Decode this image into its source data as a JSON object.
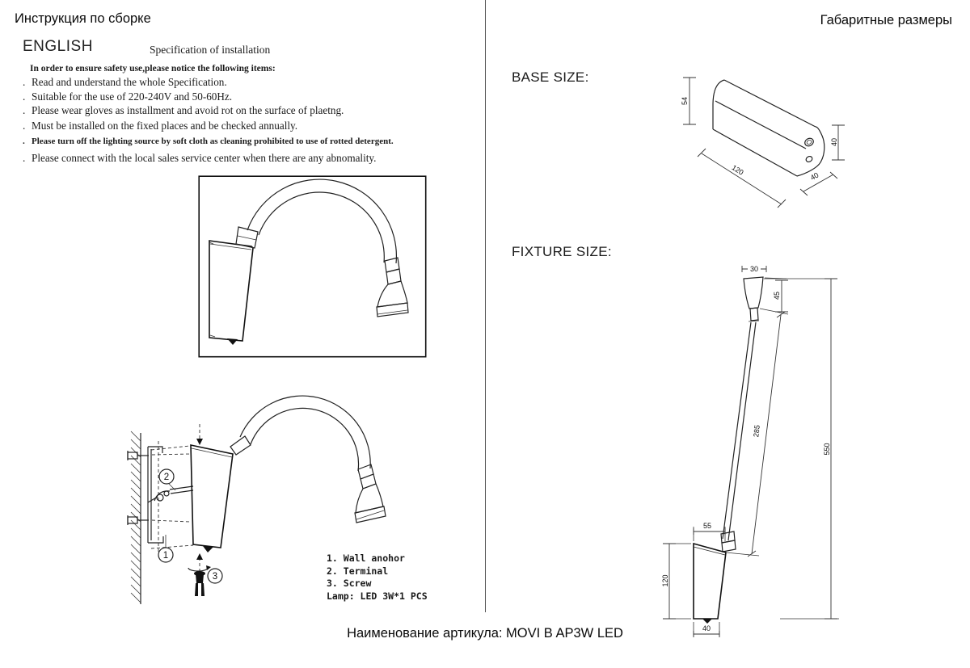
{
  "header": {
    "left_title": "Инструкция по сборке",
    "right_title": "Габаритные размеры"
  },
  "instructions": {
    "language": "ENGLISH",
    "heading": "Specification of installation",
    "intro": "In order to ensure safety use,please notice the following items:",
    "bullet": ".",
    "items": [
      "Read and understand the whole Specification.",
      "Suitable for the use of 220-240V and 50-60Hz.",
      "Please wear gloves as installment and avoid rot on the surface of plaetng.",
      "Must be installed on the fixed places and be checked annually.",
      "Please turn off the lighting source by soft cloth as cleaning prohibited to use of rotted detergent.",
      "Please connect with the local sales service center when there are any abnomality."
    ]
  },
  "install_diagram": {
    "callouts": [
      "1",
      "2",
      "3"
    ],
    "legend": [
      "1. Wall anohor",
      "2. Terminal",
      "3. Screw"
    ],
    "lamp_line": "Lamp: LED 3W*1 PCS"
  },
  "sections": {
    "base_size": "BASE SIZE:",
    "fixture_size": "FIXTURE SIZE:"
  },
  "dimensions": {
    "base": {
      "height": "54",
      "end_height": "40",
      "length": "120",
      "depth": "40"
    },
    "fixture": {
      "head_width": "30",
      "head_height": "45",
      "flex_length": "285",
      "total_height": "550",
      "base_top_width": "55",
      "base_height": "120",
      "base_bottom_width": "40"
    }
  },
  "footer": {
    "article": "Наименование артикула: MOVI B AP3W LED"
  }
}
